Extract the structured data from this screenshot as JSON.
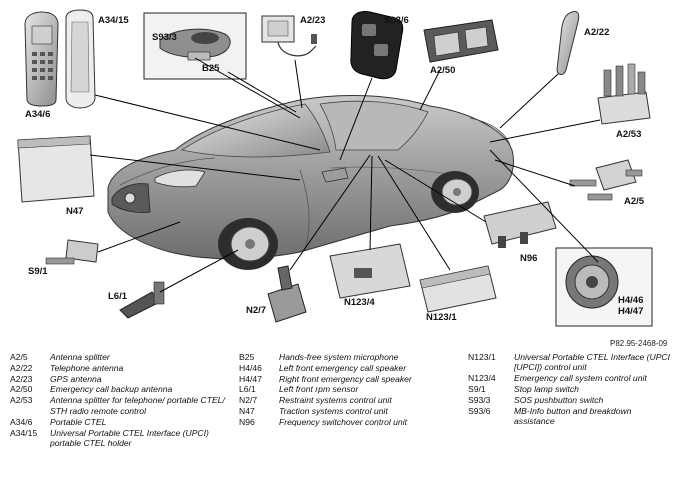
{
  "labels": {
    "a34_15": "A34/15",
    "a34_6": "A34/6",
    "s93_3": "S93/3",
    "b25": "B25",
    "a2_23": "A2/23",
    "s93_6": "S93/6",
    "a2_50": "A2/50",
    "a2_22": "A2/22",
    "a2_53": "A2/53",
    "n47": "N47",
    "a2_5": "A2/5",
    "n96": "N96",
    "h4_46": "H4/46",
    "h4_47": "H4/47",
    "s9_1": "S9/1",
    "l6_1": "L6/1",
    "n2_7": "N2/7",
    "n123_4": "N123/4",
    "n123_1": "N123/1"
  },
  "reference": "P82.95-2468-09",
  "legend": {
    "col1": [
      {
        "code": "A2/5",
        "desc": "Antenna splitter"
      },
      {
        "code": "A2/22",
        "desc": "Telephone antenna"
      },
      {
        "code": "A2/23",
        "desc": "GPS antenna"
      },
      {
        "code": "A2/50",
        "desc": "Emergency call backup antenna"
      },
      {
        "code": "A2/53",
        "desc": "Antenna splitter for telephone/ portable CTEL/"
      },
      {
        "code": "",
        "desc": "STH radio remote control"
      },
      {
        "code": "A34/6",
        "desc": "Portable CTEL"
      },
      {
        "code": "A34/15",
        "desc": "Universal Portable CTEL Interface (UPCI) portable CTEL holder"
      }
    ],
    "col2": [
      {
        "code": "B25",
        "desc": "Hands-free system microphone"
      },
      {
        "code": "H4/46",
        "desc": "Left front emergency call speaker"
      },
      {
        "code": "H4/47",
        "desc": "Right front emergency call speaker"
      },
      {
        "code": "L6/1",
        "desc": "Left front rpm sensor"
      },
      {
        "code": "N2/7",
        "desc": "Restraint systems control unit"
      },
      {
        "code": "N47",
        "desc": "Traction systems control unit"
      },
      {
        "code": "N96",
        "desc": "Frequency switchover control unit"
      }
    ],
    "col3": [
      {
        "code": "N123/1",
        "desc": "Universal Portable CTEL Interface (UPCI [UPCI]) control unit"
      },
      {
        "code": "N123/4",
        "desc": "Emergency call system control unit"
      },
      {
        "code": "S9/1",
        "desc": "Stop lamp switch"
      },
      {
        "code": "S93/3",
        "desc": "SOS pushbutton switch"
      },
      {
        "code": "S93/6",
        "desc": "MB-Info button and breakdown assistance"
      }
    ]
  }
}
